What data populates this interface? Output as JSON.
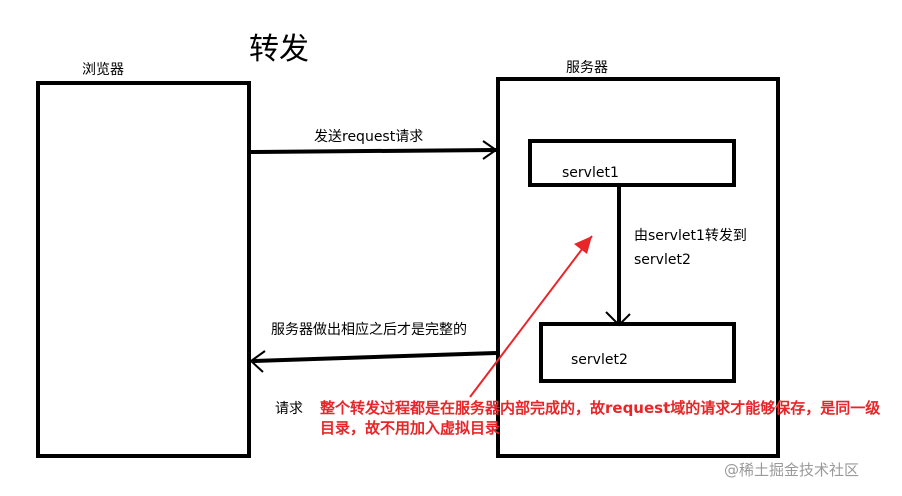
{
  "title": "转发",
  "browser_label": "浏览器",
  "server_label": "服务器",
  "servlet1_label": "servlet1",
  "servlet2_label": "servlet2",
  "send_request_label": "发送request请求",
  "forward_label_line1": "由servlet1转发到",
  "forward_label_line2": "servlet2",
  "response_label": "服务器做出相应之后才是完整的",
  "request_label": "请求",
  "note_line1": "整个转发过程都是在服务器内部完成的，故request域的请求才能够保存，是同一级",
  "note_line2": "目录，故不用加入虚拟目录",
  "watermark": "@稀土掘金技术社区",
  "colors": {
    "stroke": "#000000",
    "annotation": "#e8262a",
    "watermark": "#9a9a9a"
  }
}
